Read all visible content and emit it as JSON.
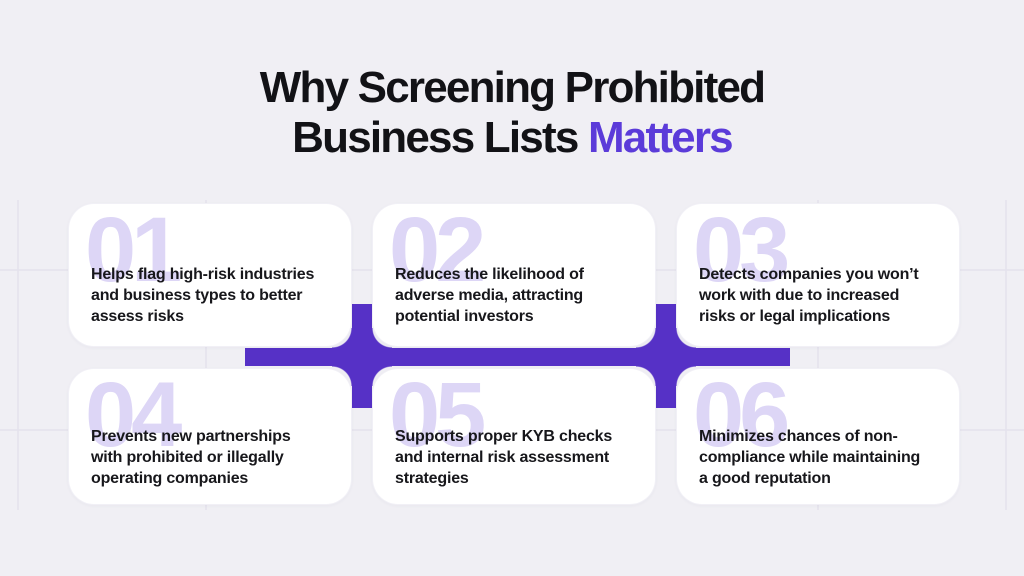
{
  "title": {
    "line1": "Why Screening Prohibited",
    "line2_black": "Business Lists",
    "line2_accent": "Matters"
  },
  "cards": [
    {
      "num": "01",
      "text": "Helps flag high-risk industries\nand business types to better\nassess risks"
    },
    {
      "num": "02",
      "text": "Reduces the likelihood of\nadverse media, attracting\npotential investors"
    },
    {
      "num": "03",
      "text": "Detects companies you won’t\nwork with due to increased\nrisks or legal implications"
    },
    {
      "num": "04",
      "text": "Prevents new partnerships\nwith prohibited or illegally\noperating companies"
    },
    {
      "num": "05",
      "text": "Supports proper KYB checks\nand internal risk assessment\nstrategies"
    },
    {
      "num": "06",
      "text": "Minimizes chances of non-\ncompliance while maintaining\na good reputation"
    }
  ],
  "colors": {
    "background": "#F0EFF4",
    "card": "#FFFFFF",
    "title_text": "#121216",
    "accent_text": "#5B3BD9",
    "connector": "#5631C6",
    "number": "#DDD6F6",
    "body_text": "#17171B",
    "grid_line": "#E4E2EC"
  }
}
